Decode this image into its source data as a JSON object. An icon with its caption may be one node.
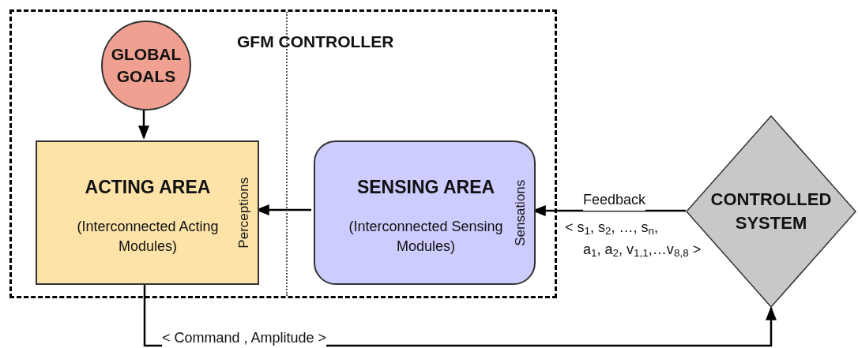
{
  "diagram": {
    "nodes": [
      {
        "text": [
          "GFM CONTROLLER"
        ]
      },
      {
        "text": [
          "GLOBAL GOALS"
        ],
        "in": 0
      },
      {
        "text": [
          "ACTING AREA",
          "(Interconnected Acting Modules)",
          "Perceptions"
        ],
        "in": 0
      },
      {
        "text": [
          "SENSING AREA",
          "(Interconnected Sensing Modules)",
          "Sensations"
        ],
        "in": 0
      },
      {
        "text": [
          "CONTROLLED SYSTEM"
        ]
      }
    ],
    "edges": [
      {
        "from": 1,
        "to": 2,
        "arrow": "to"
      },
      {
        "from": 3,
        "to": 2,
        "arrow": "to"
      },
      {
        "from": 4,
        "to": 3,
        "arrow": "to",
        "label": "Feedback"
      },
      {
        "from": 2,
        "to": 4,
        "arrow": "to",
        "label": "< Command , Amplitude >"
      }
    ],
    "labels": [
      "< s$_{1}$, s$_{2}$, …, s$_{n}$,",
      "a$_{1}$, a$_{2}$, v$_{1,1}$,…v$_{8,8}$ >"
    ]
  }
}
